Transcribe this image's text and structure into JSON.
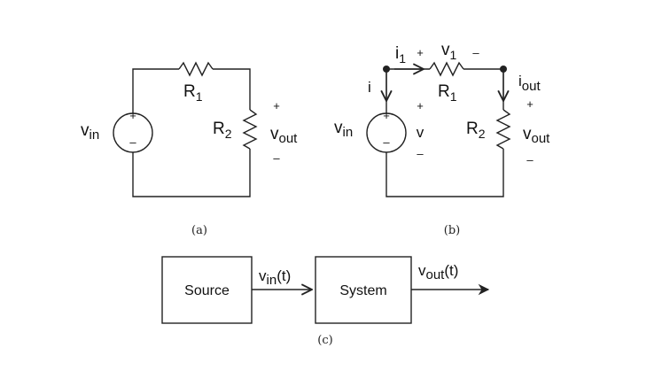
{
  "circuit_a": {
    "source_label": "v",
    "source_sub": "in",
    "source_plus": "+",
    "source_minus": "–",
    "r1_label": "R",
    "r1_sub": "1",
    "r2_label": "R",
    "r2_sub": "2",
    "out_plus": "+",
    "out_label": "v",
    "out_sub": "out",
    "out_minus": "–",
    "caption": "(a)"
  },
  "circuit_b": {
    "source_label": "v",
    "source_sub": "in",
    "source_plus": "+",
    "source_minus": "–",
    "i_label": "i",
    "i1_label": "i",
    "i1_sub": "1",
    "v1_plus": "+",
    "v1_label": "v",
    "v1_sub": "1",
    "v1_minus": "–",
    "r1_label": "R",
    "r1_sub": "1",
    "v_plus": "+",
    "v_label": "v",
    "v_minus": "–",
    "iout_label": "i",
    "iout_sub": "out",
    "r2_label": "R",
    "r2_sub": "2",
    "out_plus": "+",
    "out_label": "v",
    "out_sub": "out",
    "out_minus": "–",
    "caption": "(b)"
  },
  "block_c": {
    "source_box": "Source",
    "system_box": "System",
    "input_label": "v",
    "input_sub": "in",
    "input_arg": "(t)",
    "output_label": "v",
    "output_sub": "out",
    "output_arg": "(t)",
    "caption": "(c)"
  }
}
